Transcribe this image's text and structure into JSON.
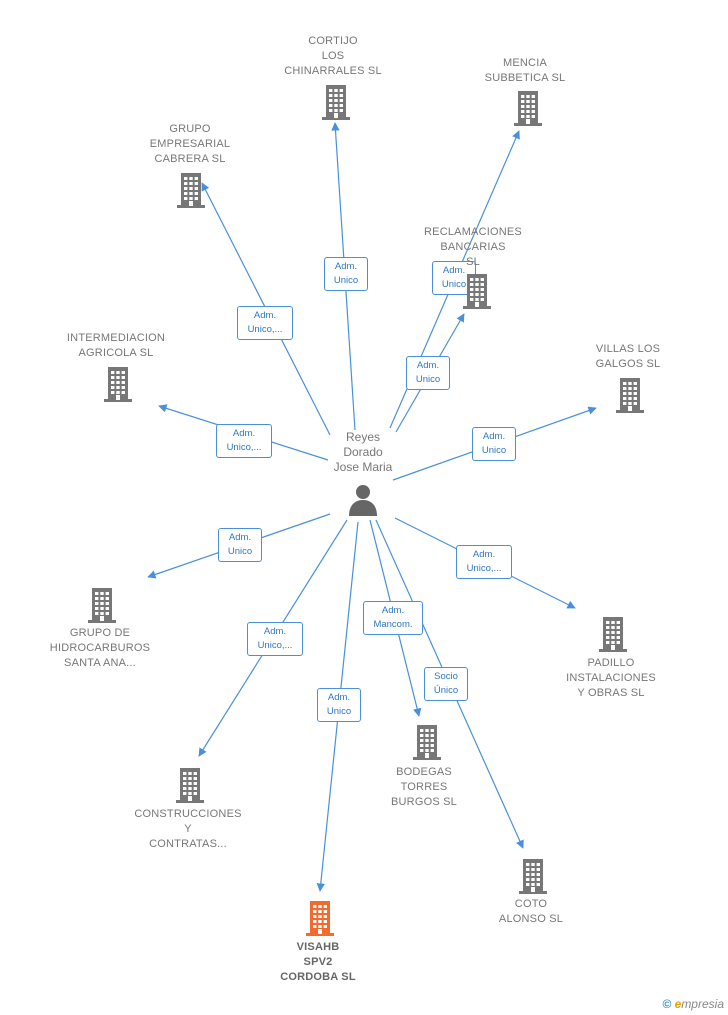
{
  "colors": {
    "edge": "#4a90d9",
    "building": "#777777",
    "focus_building": "#f26a2e",
    "person": "#666666"
  },
  "center": {
    "name_lines": [
      "Reyes",
      "Dorado",
      "Jose Maria"
    ],
    "icon": "person-icon"
  },
  "companies": [
    {
      "id": "cortijo",
      "name_lines": [
        "CORTIJO",
        "LOS",
        "CHINARRALES SL"
      ],
      "role_lines": [
        "Adm.",
        "Unico"
      ],
      "focus": false
    },
    {
      "id": "mencia",
      "name_lines": [
        "MENCIA",
        "SUBBETICA SL"
      ],
      "role_lines": [
        "Adm.",
        "Unico"
      ],
      "focus": false
    },
    {
      "id": "grupo-cabrera",
      "name_lines": [
        "GRUPO",
        "EMPRESARIAL",
        "CABRERA SL"
      ],
      "role_lines": [
        "Adm.",
        "Unico,..."
      ],
      "focus": false
    },
    {
      "id": "reclamaciones",
      "name_lines": [
        "RECLAMACIONES",
        "BANCARIAS",
        "SL"
      ],
      "role_lines": [
        "Adm.",
        "Unico"
      ],
      "focus": false
    },
    {
      "id": "intermediacion",
      "name_lines": [
        "INTERMEDIACION",
        "AGRICOLA SL"
      ],
      "role_lines": [
        "Adm.",
        "Unico,..."
      ],
      "focus": false
    },
    {
      "id": "villas",
      "name_lines": [
        "VILLAS LOS",
        "GALGOS SL"
      ],
      "role_lines": [
        "Adm.",
        "Unico"
      ],
      "focus": false
    },
    {
      "id": "hidrocarburos",
      "name_lines": [
        "GRUPO DE",
        "HIDROCARBUROS",
        "SANTA ANA..."
      ],
      "role_lines": [
        "Adm.",
        "Unico"
      ],
      "focus": false
    },
    {
      "id": "padillo",
      "name_lines": [
        "PADILLO",
        "INSTALACIONES",
        "Y OBRAS SL"
      ],
      "role_lines": [
        "Adm.",
        "Unico,..."
      ],
      "focus": false
    },
    {
      "id": "construcciones",
      "name_lines": [
        "CONSTRUCCIONES",
        "Y",
        "CONTRATAS..."
      ],
      "role_lines": [
        "Adm.",
        "Unico,..."
      ],
      "focus": false
    },
    {
      "id": "bodegas",
      "name_lines": [
        "BODEGAS",
        "TORRES",
        "BURGOS SL"
      ],
      "role_lines": [
        "Adm.",
        "Mancom."
      ],
      "focus": false
    },
    {
      "id": "coto",
      "name_lines": [
        "COTO",
        "ALONSO SL"
      ],
      "role_lines": [
        "Socio",
        "Único"
      ],
      "focus": false
    },
    {
      "id": "visahb",
      "name_lines": [
        "VISAHB",
        "SPV2",
        "CORDOBA SL"
      ],
      "role_lines": [
        "Adm.",
        "Unico"
      ],
      "focus": true
    }
  ],
  "footer": {
    "copyright_symbol": "©",
    "brand_initial": "e",
    "brand_rest": "mpresia"
  }
}
